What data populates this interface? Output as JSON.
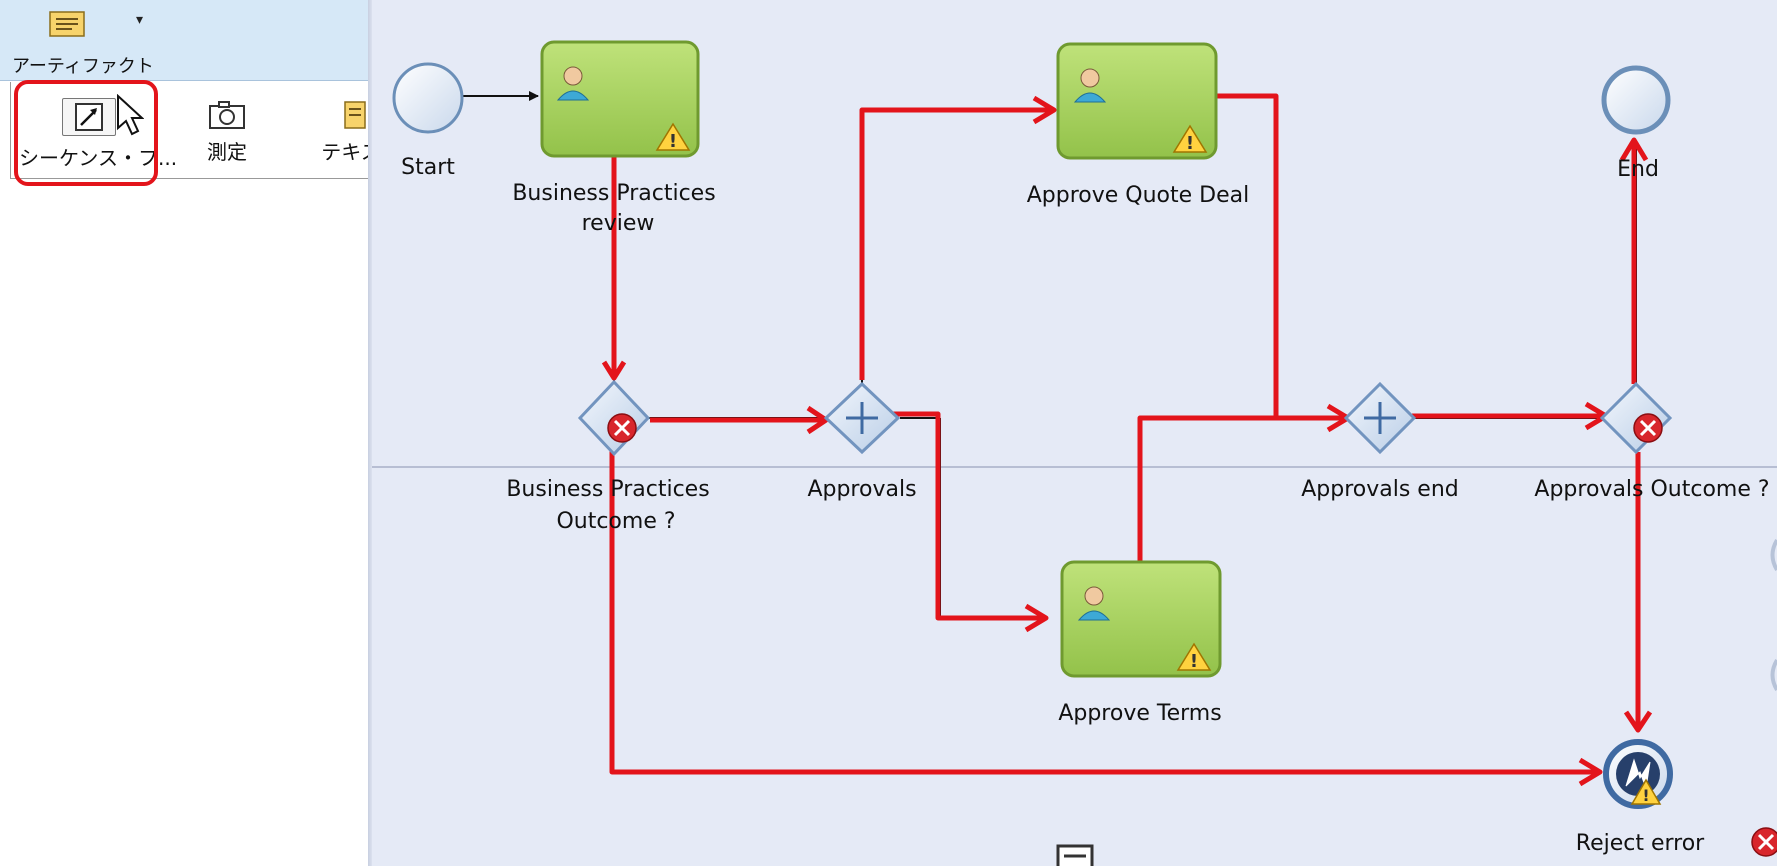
{
  "palette": {
    "group_label": "アーティファクト",
    "group_icon": "note-icon",
    "dropdown_icon": "triangle-down",
    "tools": [
      {
        "label": "シーケンス・フ...",
        "icon": "sequence-flow-icon",
        "selected": true
      },
      {
        "label": "測定",
        "icon": "camera-icon"
      },
      {
        "label": "テキス",
        "icon": "text-annotation-icon"
      }
    ]
  },
  "diagram": {
    "start": "Start",
    "end": "End",
    "business_practices_review": "Business Practices",
    "business_practices_review_2": "review",
    "approve_quote_deal": "Approve Quote Deal",
    "approve_terms": "Approve Terms",
    "bp_outcome": "Business Practices",
    "bp_outcome_2": "Outcome ?",
    "approvals": "Approvals",
    "approvals_end": "Approvals end",
    "approvals_outcome": "Approvals Outcome ?",
    "reject_error": "Reject error"
  },
  "colors": {
    "highlight": "#e3141b",
    "task_fill": "#a7cf5a",
    "task_border": "#6f9a2f",
    "canvas_bg": "#e5eaf6",
    "gateway_fill": "#dbe6f4"
  }
}
